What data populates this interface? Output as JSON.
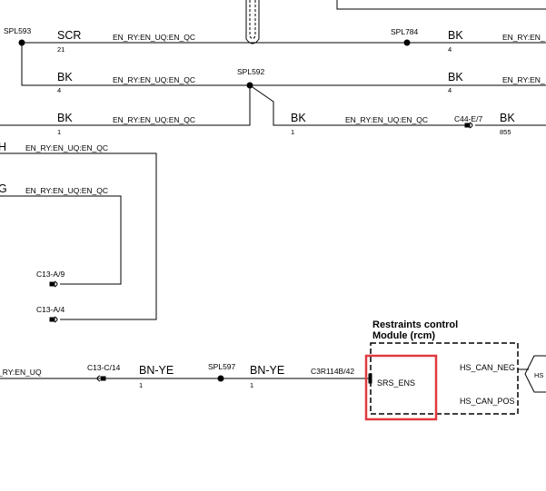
{
  "labels": {
    "spl593": "SPL593",
    "scr": "SCR",
    "num21": "21",
    "enry_top": "EN_RY:EN_UQ:EN_QC",
    "spl784": "SPL784",
    "bk_tr": "BK",
    "n4_tr": "4",
    "enry_tr": "EN_RY:EN_",
    "bk_r2a": "BK",
    "n4_r2a": "4",
    "enry_r2a": "EN_RY:EN_UQ:EN_QC",
    "spl592": "SPL592",
    "bk_r2b": "BK",
    "n4_r2b": "4",
    "enry_r2b": "EN_RY:EN_",
    "bk_r3a": "BK",
    "n1_r3a": "1",
    "enry_r3a": "EN_RY:EN_UQ:EN_QC",
    "bk_r3b": "BK",
    "n1_r3b": "1",
    "enry_r3b": "EN_RY:EN_UQ:EN_QC",
    "c44": "C44-E/7",
    "bk_r3c": "BK",
    "n855": "855",
    "h_trunc": "H",
    "enry_h": "EN_RY:EN_UQ:EN_QC",
    "g_trunc": "G",
    "enry_g": "EN_RY:EN_UQ:EN_QC",
    "c13a9": "C13-A/9",
    "c13a4": "C13-A/4",
    "enry_bot": "_RY:EN_UQ",
    "c13c14": "C13-C/14",
    "bnye1": "BN-YE",
    "n1_b1": "1",
    "spl597": "SPL597",
    "bnye2": "BN-YE",
    "n1_b2": "1",
    "c3r": "C3R114B/42",
    "module_title_1": "Restraints control",
    "module_title_2": "Module (rcm)",
    "srs_ens": "SRS_ENS",
    "hs_can_neg": "HS_CAN_NEG",
    "hs_can_pos": "HS_CAN_POS",
    "hs_edge": "HS"
  },
  "colors": {
    "wire": "#000000",
    "highlight": "#e0393e",
    "background": "#ffffff"
  }
}
